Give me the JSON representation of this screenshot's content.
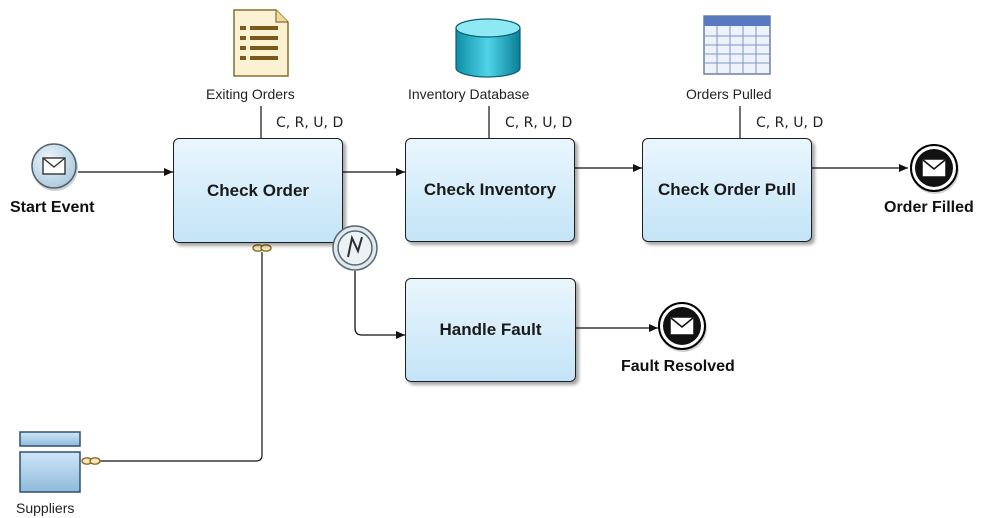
{
  "diagram": {
    "tasks": {
      "check_order": "Check Order",
      "check_inventory": "Check Inventory",
      "check_order_pull": "Check Order Pull",
      "handle_fault": "Handle Fault"
    },
    "events": {
      "start": "Start Event",
      "order_filled": "Order Filled",
      "fault_resolved": "Fault Resolved"
    },
    "data_objects": {
      "existing_orders": "Exiting Orders",
      "inventory_db": "Inventory Database",
      "orders_pulled": "Orders Pulled",
      "suppliers": "Suppliers"
    },
    "crud": {
      "check_order": "C, R, U, D",
      "check_inventory": "C, R, U, D",
      "check_order_pull": "C, R, U, D"
    }
  }
}
